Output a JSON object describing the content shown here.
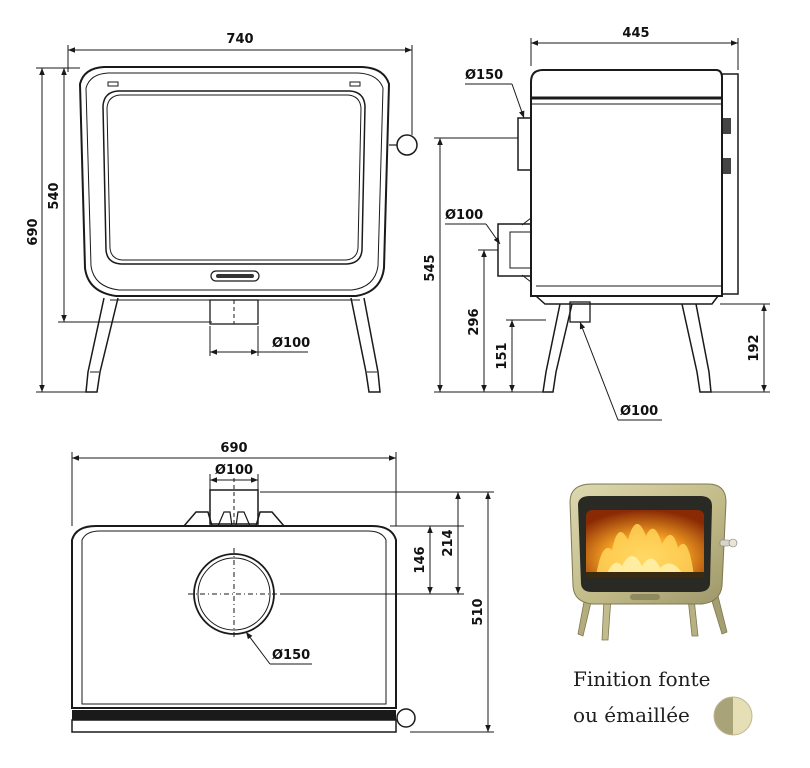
{
  "dimensions": {
    "front_width": "740",
    "front_height_total": "690",
    "front_height_body": "540",
    "front_flue_dia": "Ø100",
    "side_depth": "445",
    "side_top_flue_dia": "Ø150",
    "side_rear_flue_dia": "Ø100",
    "side_rear_flue_height": "545",
    "side_air_inlet_height": "296",
    "side_air_inlet_low": "151",
    "side_leg_height": "192",
    "side_bottom_flue_dia": "Ø100",
    "top_width": "690",
    "top_rear_flue_dia": "Ø100",
    "top_depth": "510",
    "top_flue_offset": "146",
    "top_rear_offset": "214",
    "top_flue_dia": "Ø150"
  },
  "caption": {
    "line1": "Finition fonte",
    "line2": "ou émaillée"
  },
  "swatch": {
    "color_fonte": "#a9a37a",
    "color_emaille": "#e6dfb5"
  },
  "photo": {
    "enamel_color": "#c9c394",
    "fire_color": "#f08a1a"
  }
}
